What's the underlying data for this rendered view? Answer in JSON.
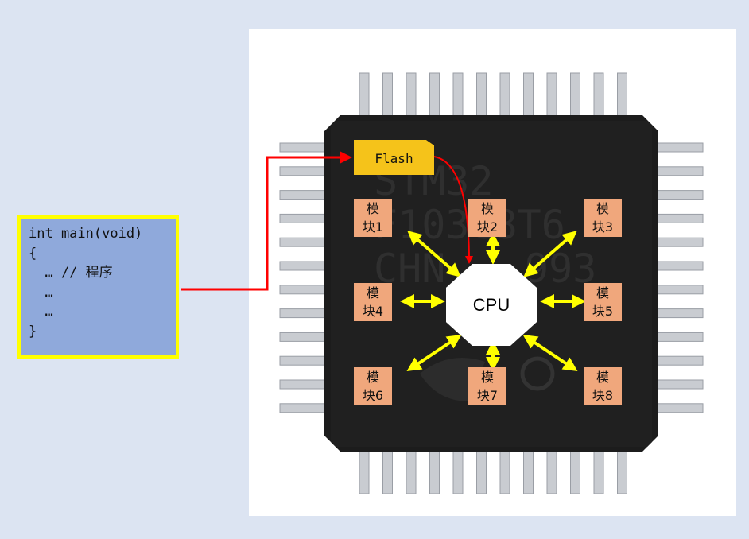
{
  "code": {
    "lines": [
      "int main(void)",
      "{",
      "  … // 程序",
      "  …",
      "  …",
      "}"
    ]
  },
  "chip": {
    "marking": [
      "STM32",
      "F103C8T6",
      "CHN",
      "993"
    ]
  },
  "flash": {
    "label": "Flash"
  },
  "cpu": {
    "label": "CPU"
  },
  "modules": [
    {
      "top": "模",
      "bottom": "块1"
    },
    {
      "top": "模",
      "bottom": "块2"
    },
    {
      "top": "模",
      "bottom": "块3"
    },
    {
      "top": "模",
      "bottom": "块4"
    },
    {
      "top": "模",
      "bottom": "块5"
    },
    {
      "top": "模",
      "bottom": "块6"
    },
    {
      "top": "模",
      "bottom": "块7"
    },
    {
      "top": "模",
      "bottom": "块8"
    }
  ],
  "colors": {
    "background": "#dce4f2",
    "code_box": "#8fa9db",
    "code_border": "#ffff00",
    "flash": "#f5c31a",
    "module": "#f0a77c",
    "arrow": "#ffff00",
    "connector": "#ff0000",
    "chip_body": "#1c1c1c"
  }
}
